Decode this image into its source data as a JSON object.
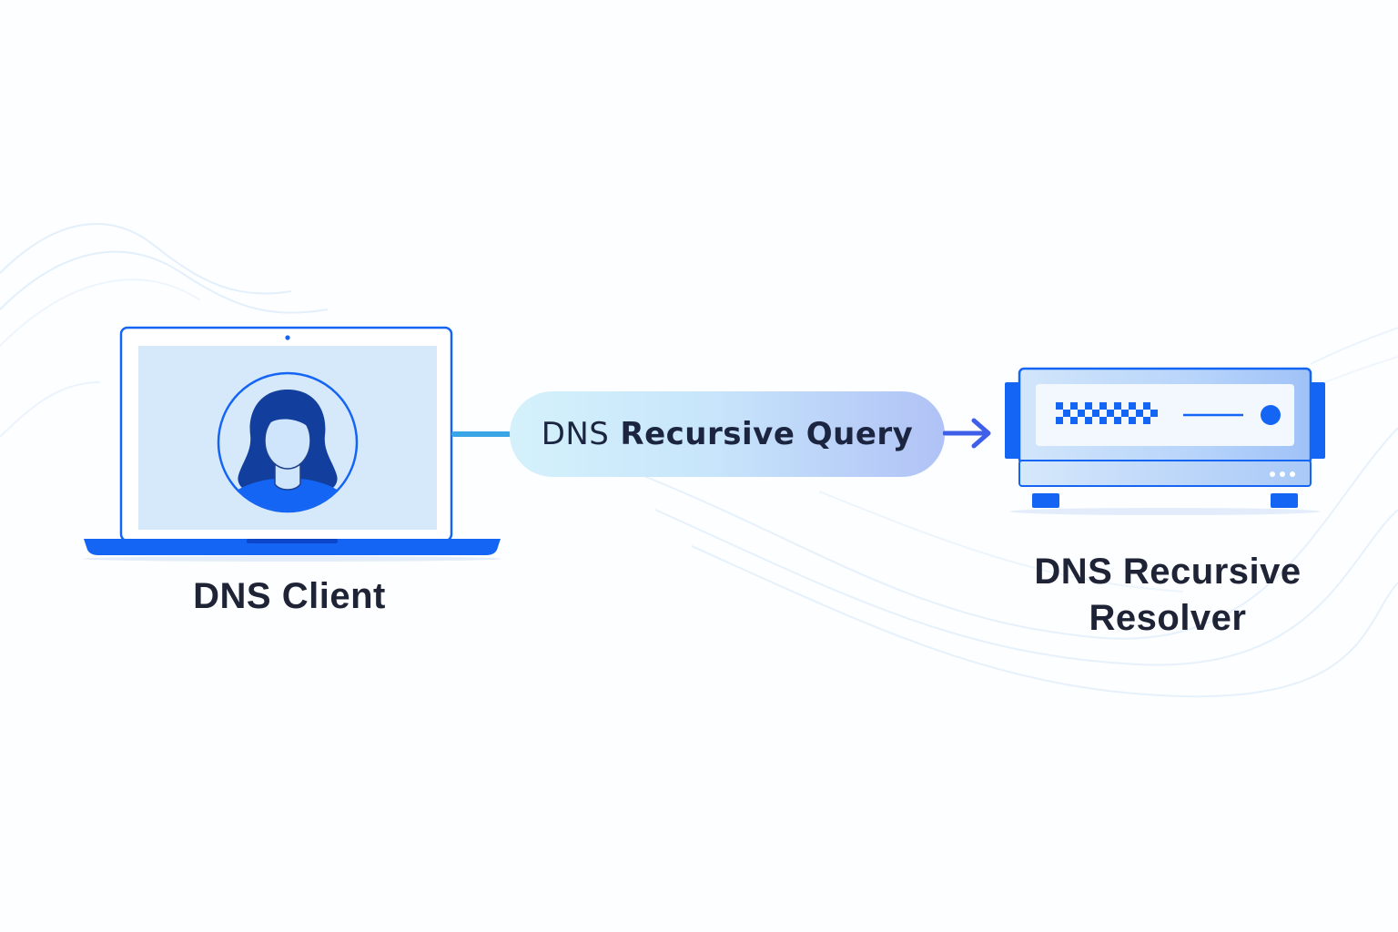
{
  "nodes": {
    "client": {
      "label": "DNS Client",
      "icon": "laptop-user-icon"
    },
    "resolver": {
      "label_line1": "DNS Recursive",
      "label_line2": "Resolver",
      "icon": "server-icon"
    }
  },
  "edge": {
    "label_prefix": "DNS",
    "label_main": "Recursive Query",
    "direction": "client-to-resolver",
    "icon": "arrow-right-icon"
  },
  "colors": {
    "primary": "#1565f5",
    "screen": "#d6e9fb",
    "text": "#1e2336",
    "connector": "#3aa5e6",
    "arrow": "#3f5fe8"
  }
}
